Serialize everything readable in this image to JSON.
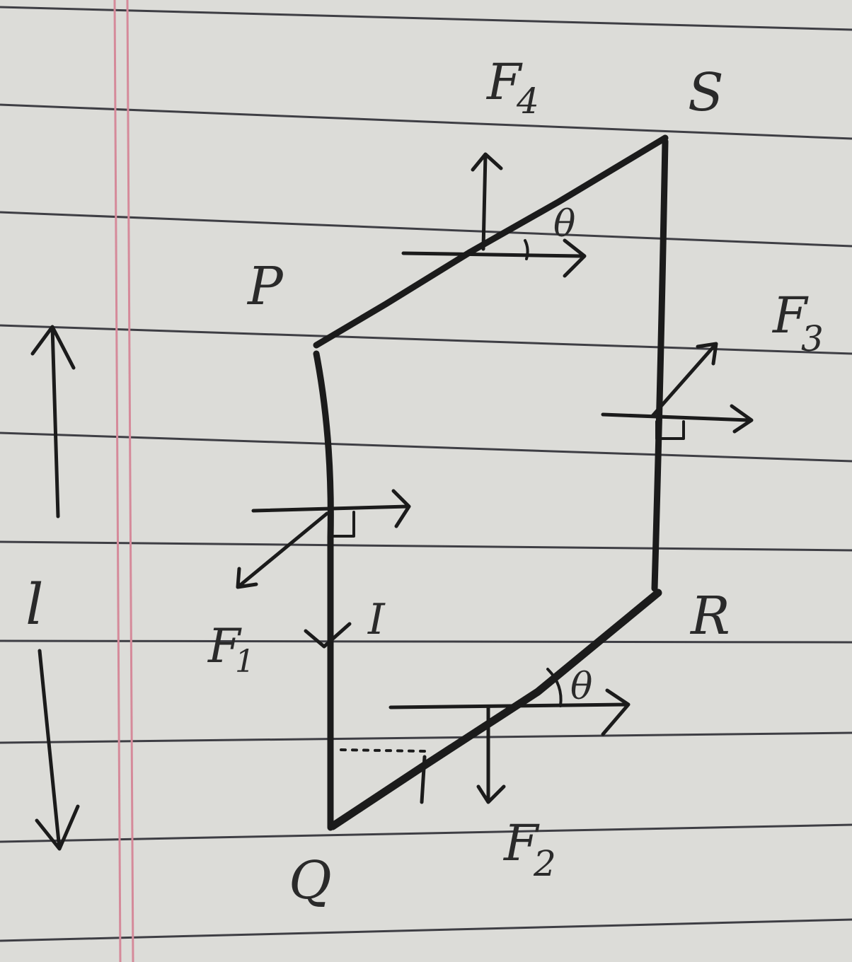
{
  "labels": {
    "P": "P",
    "Q": "Q",
    "R": "R",
    "S": "S",
    "F1": "F",
    "F1_sub": "1",
    "F2": "F",
    "F2_sub": "2",
    "F3": "F",
    "F3_sub": "3",
    "F4": "F",
    "F4_sub": "4",
    "theta_top": "θ",
    "theta_bottom": "θ",
    "current": "I",
    "length": "l"
  },
  "colors": {
    "paper": "#dcdcd8",
    "ink": "#1b1b1b",
    "rule_line": "#3e3e44",
    "margin_line": "#d58a9a"
  }
}
